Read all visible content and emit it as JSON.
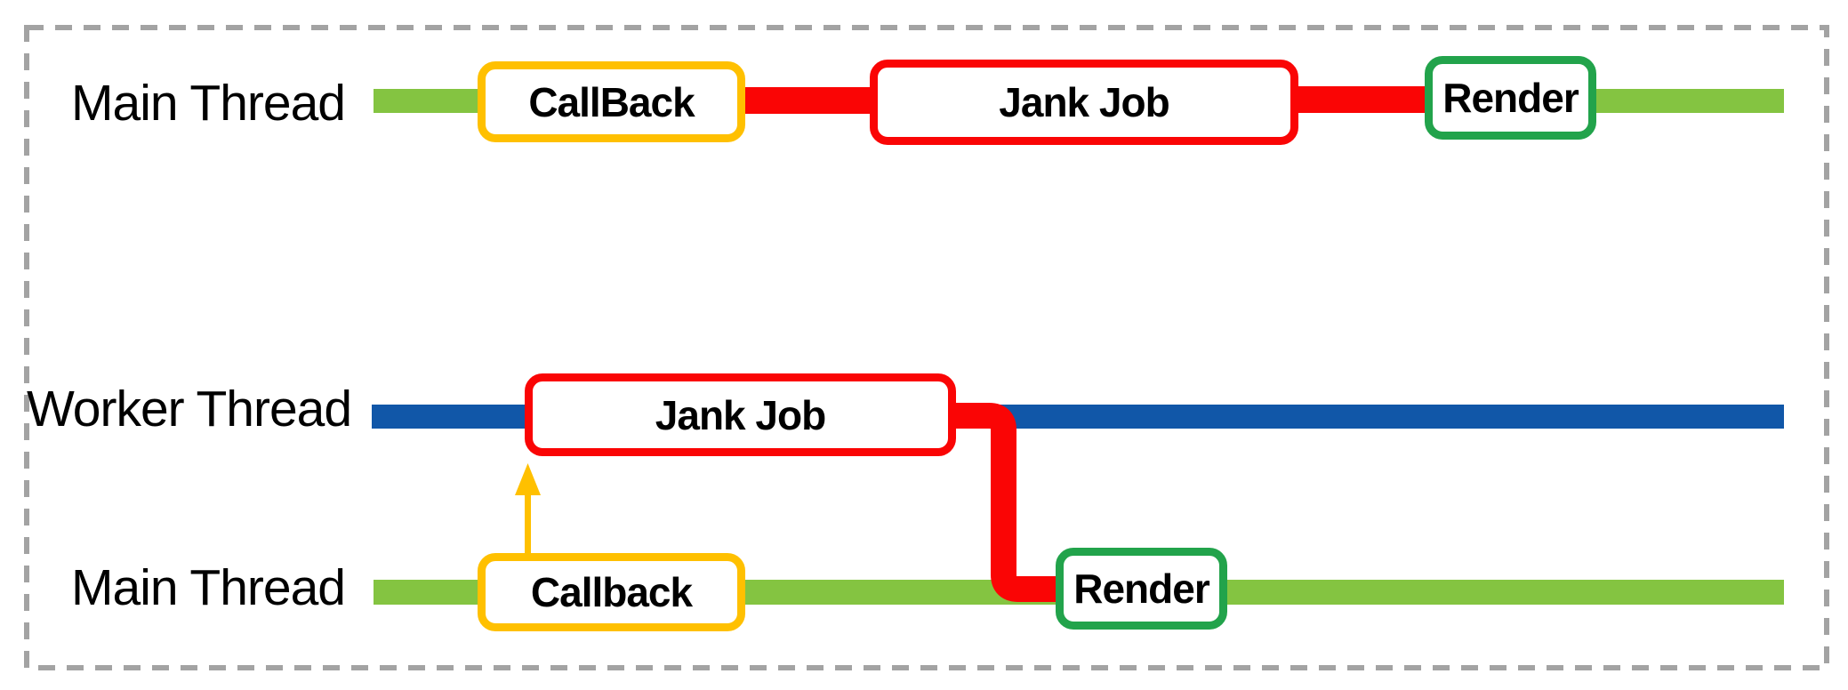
{
  "colors": {
    "background": "#ffffff",
    "frame_gray": "#a3a3a3",
    "main_thread_green": "#84c441",
    "worker_thread_blue": "#1157a8",
    "jank_red": "#fa0505",
    "callback_orange": "#ffc000",
    "render_green": "#22a34b",
    "text": "#000000"
  },
  "top_section": {
    "thread_label": "Main Thread",
    "callback": "CallBack",
    "jank_job": "Jank Job",
    "render": "Render"
  },
  "bottom_section": {
    "worker_thread_label": "Worker Thread",
    "main_thread_label": "Main Thread",
    "worker_jank_job": "Jank Job",
    "callback": "Callback",
    "render": "Render"
  }
}
